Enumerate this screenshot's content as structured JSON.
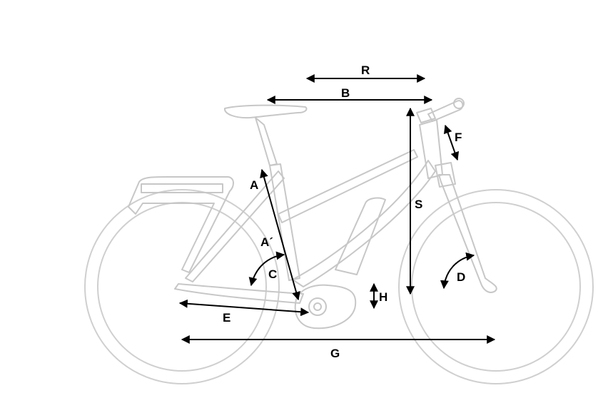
{
  "diagram": {
    "labels": {
      "R": "R",
      "B": "B",
      "F": "F",
      "A": "A",
      "S": "S",
      "A_prime": "A´",
      "C": "C",
      "D": "D",
      "H": "H",
      "E": "E",
      "G": "G"
    },
    "colors": {
      "frame": "#c7c7c7",
      "dimension": "#000000",
      "background": "#ffffff"
    }
  }
}
